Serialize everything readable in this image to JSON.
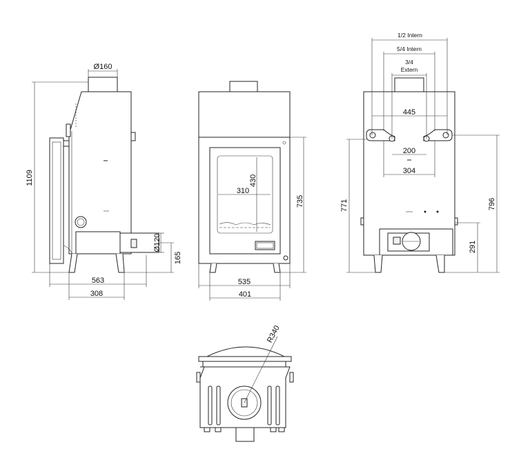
{
  "side_view": {
    "flue_diameter": "Ø160",
    "height_total": "1109",
    "depth_total": "563",
    "depth_base": "308",
    "air_inlet_diameter": "Ø120",
    "air_inlet_height": "165"
  },
  "front_view": {
    "glass_height": "430",
    "glass_width": "310",
    "door_height": "735",
    "width_total": "535",
    "width_base": "401"
  },
  "rear_view": {
    "connection_half_inch": "1/2 Intern",
    "connection_five_quarter_inch": "5/4 Intern",
    "connection_three_quarter_line1": "3/4",
    "connection_three_quarter_line2": "Extern",
    "outer_spacing": "445",
    "inner_spacing": "200",
    "base_spacing": "304",
    "height_left": "771",
    "height_right": "796",
    "inlet_height": "291"
  },
  "top_view": {
    "radius": "R340"
  }
}
